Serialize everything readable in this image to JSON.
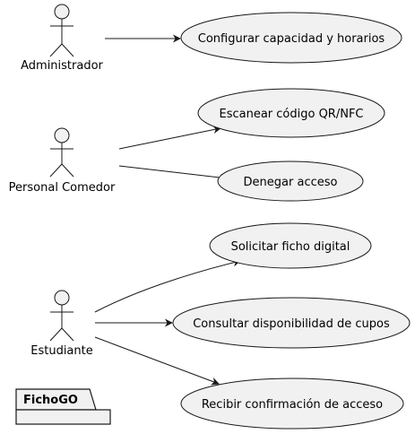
{
  "diagram": {
    "type": "use-case",
    "colors": {
      "fill": "#f1f1f1",
      "stroke": "#181818",
      "text": "#000000",
      "background": "#ffffff"
    },
    "actors": [
      {
        "id": "admin",
        "label": "Administrador"
      },
      {
        "id": "staff",
        "label": "Personal Comedor"
      },
      {
        "id": "student",
        "label": "Estudiante"
      }
    ],
    "use_cases": [
      {
        "id": "uc1",
        "label": "Configurar capacidad y horarios"
      },
      {
        "id": "uc2",
        "label": "Escanear código QR/NFC"
      },
      {
        "id": "uc3",
        "label": "Denegar acceso"
      },
      {
        "id": "uc4",
        "label": "Solicitar ficho digital"
      },
      {
        "id": "uc5",
        "label": "Consultar disponibilidad de cupos"
      },
      {
        "id": "uc6",
        "label": "Recibir confirmación de acceso"
      }
    ],
    "associations": [
      {
        "from": "admin",
        "to": "uc1"
      },
      {
        "from": "staff",
        "to": "uc2"
      },
      {
        "from": "staff",
        "to": "uc3"
      },
      {
        "from": "student",
        "to": "uc4"
      },
      {
        "from": "student",
        "to": "uc5"
      },
      {
        "from": "student",
        "to": "uc6"
      }
    ],
    "package": {
      "label": "FichoGO"
    }
  }
}
